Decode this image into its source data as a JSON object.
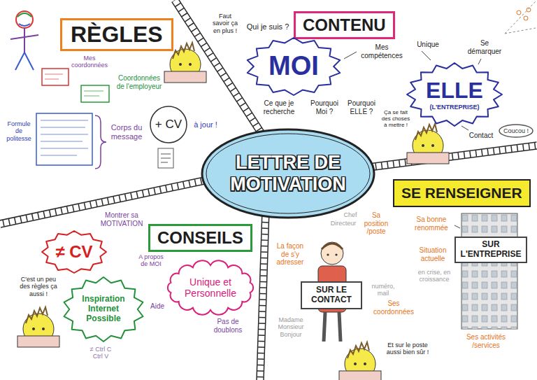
{
  "diagram": {
    "nodes": [
      {
        "text": [
          "LETTRE DE MOTIVATION"
        ]
      },
      {
        "text": [
          "RÈGLES"
        ]
      },
      {
        "text": [
          "CONTENU"
        ]
      },
      {
        "text": [
          "CONSEILS"
        ]
      },
      {
        "text": [
          "SE RENSEIGNER"
        ]
      },
      {
        "text": [
          "+ CV"
        ]
      },
      {
        "text": [
          "MOI"
        ]
      },
      {
        "text": [
          "ELLE",
          "(L'ENTREPRISE)"
        ]
      },
      {
        "text": [
          "≠ CV"
        ]
      },
      {
        "text": [
          "Inspiration Internet Possible"
        ]
      },
      {
        "text": [
          "Unique et Personnelle"
        ]
      },
      {
        "text": [
          "SUR LE CONTACT"
        ]
      },
      {
        "text": [
          "SUR L'ENTREPRISE"
        ]
      },
      {
        "text": [
          "Coucou !"
        ]
      }
    ],
    "labels": [
      "Mes coordonnées",
      "Coordonnées de l'employeur",
      "Formule de politesse",
      "Corps du message",
      "à jour !",
      "Faut savoir ça en plus !",
      "Qui je suis ?",
      "Mes compétences",
      "Ce que je recherche",
      "Pourquoi Moi ?",
      "Pourquoi ELLE ?",
      "Unique",
      "Se démarquer",
      "Ça se fait des choses à mettre !",
      "Contact",
      "Montrer sa MOTIVATION",
      "C'est un peu des règles ça aussi !",
      "A propos de MOI",
      "Aide",
      "≠ Ctrl C Ctrl V",
      "Pas de doublons",
      "Chef",
      "Directeur",
      "Sa position /poste",
      "La façon de s'y adresser",
      "Madame Monsieur Bonjour",
      "numéro, mail",
      "Ses coordonnées",
      "Sa bonne renommée",
      "Situation actuelle",
      "en crise, en croissance",
      "Ses activités /services",
      "Et sur le poste aussi bien sûr !"
    ]
  }
}
